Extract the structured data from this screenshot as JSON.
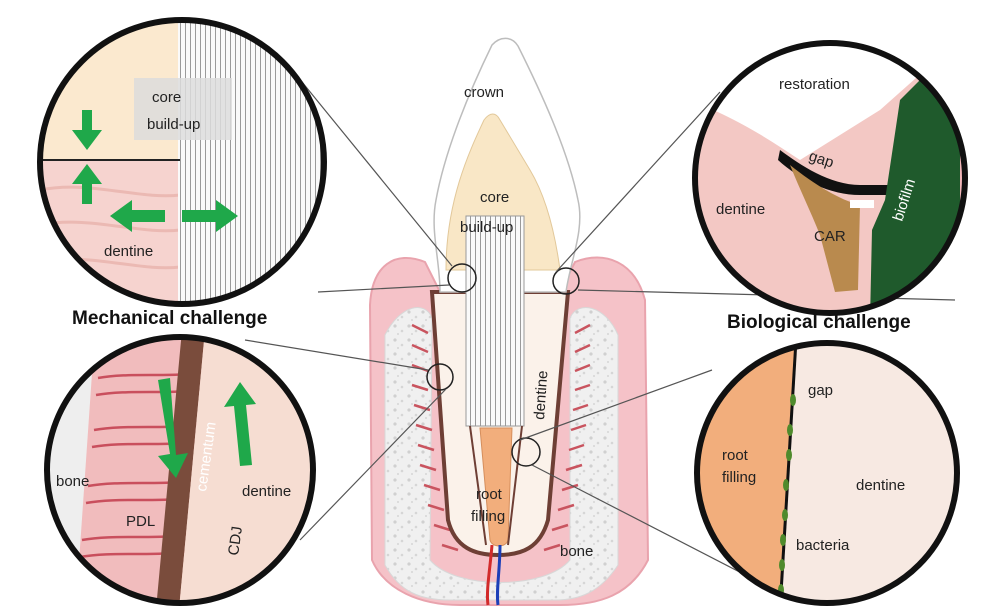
{
  "headings": {
    "mechanical": "Mechanical challenge",
    "biological": "Biological challenge"
  },
  "tooth": {
    "crown": "crown",
    "core_line1": "core",
    "core_line2": "build-up",
    "dentine": "dentine",
    "root_filling_line1": "root",
    "root_filling_line2": "filling",
    "bone": "bone"
  },
  "inset_core": {
    "core_line1": "core",
    "core_line2": "build-up",
    "dentine": "dentine"
  },
  "inset_restoration": {
    "restoration": "restoration",
    "gap": "gap",
    "biofilm": "biofilm",
    "dentine": "dentine",
    "car": "CAR"
  },
  "inset_pdl": {
    "bone": "bone",
    "pdl": "PDL",
    "cementum": "cementum",
    "dentine": "dentine",
    "cdj": "CDJ"
  },
  "inset_filling": {
    "gap": "gap",
    "root_line1": "root",
    "root_line2": "filling",
    "dentine": "dentine",
    "bacteria": "bacteria"
  },
  "colors": {
    "arrow_green": "#1fa84a",
    "gum_pink": "#f3b6bf",
    "core_cream": "#f9e7c6",
    "root_filling_orange": "#f2ae7c",
    "biofilm_green": "#1f5a2c",
    "car_brown": "#b98a4e",
    "cementum_brown": "#7a4c3c",
    "lens_black": "#111111"
  }
}
